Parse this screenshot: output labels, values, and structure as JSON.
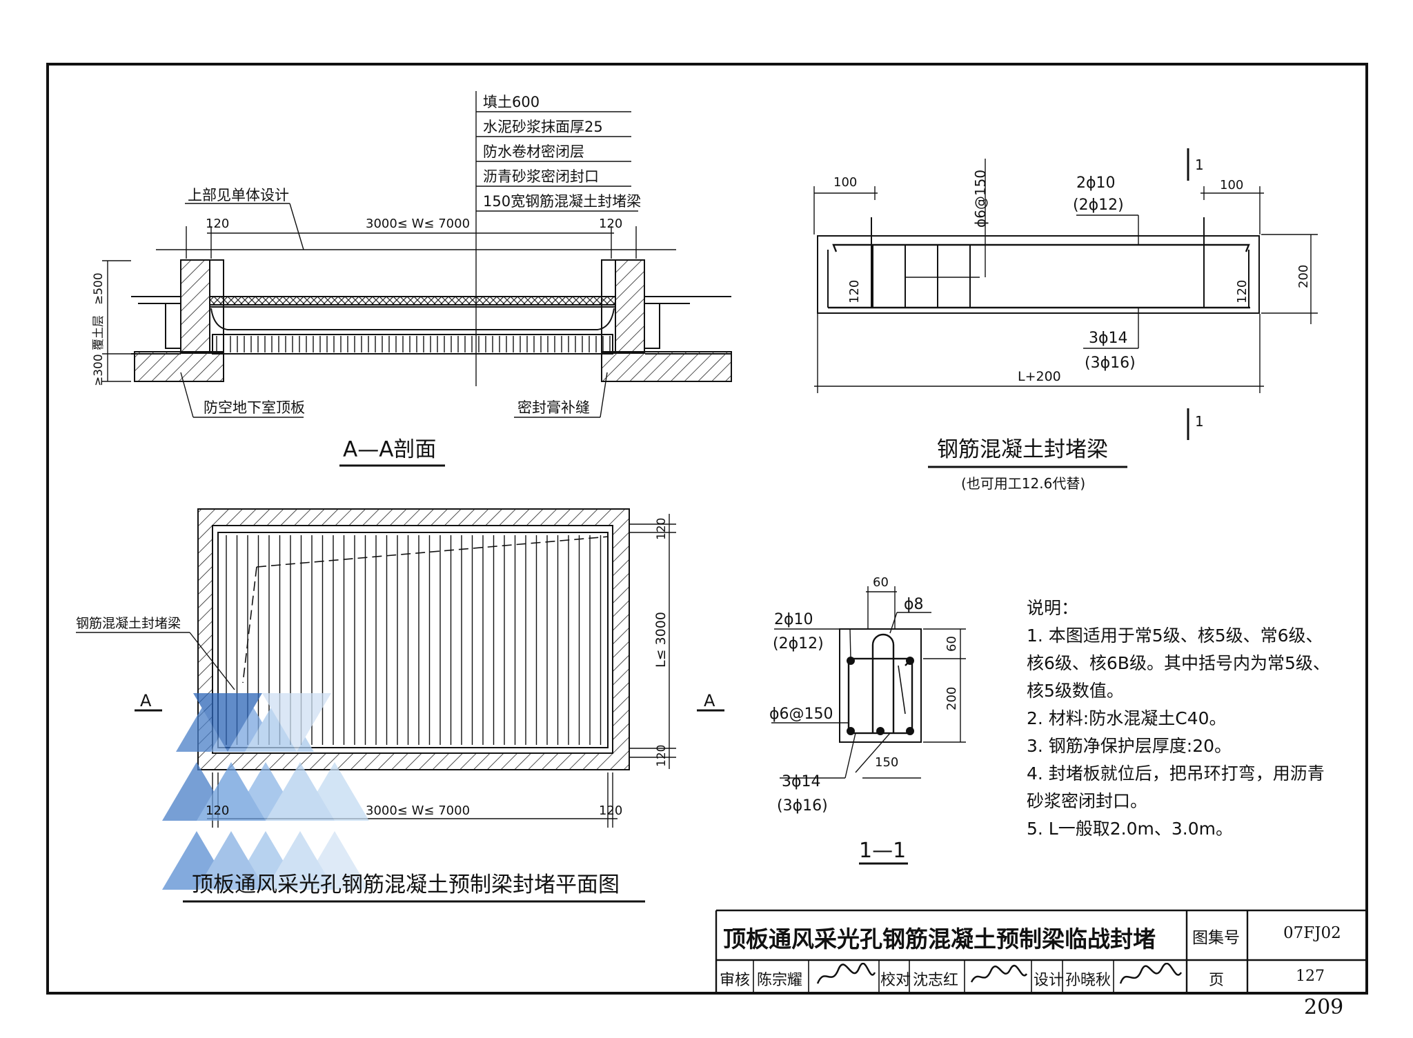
{
  "aa_section": {
    "title": "A—A剖面",
    "layers": [
      "填土600",
      "水泥砂浆抹面厚25",
      "防水卷材密闭层",
      "沥青砂浆密闭封口",
      "150宽钢筋混凝土封堵梁"
    ],
    "label_top": "上部见单体设计",
    "dim_left": "120",
    "dim_mid": "3000≤ W≤ 7000",
    "dim_right": "120",
    "dim_v1": "≥500",
    "dim_v2": "覆土层",
    "dim_v3": "≥300",
    "label_bottom_left": "防空地下室顶板",
    "label_bottom_right": "密封膏补缝"
  },
  "beam_elevation": {
    "title": "钢筋混凝土封堵梁",
    "subtitle": "(也可用工12.6代替)",
    "dim_left_top": "100",
    "dim_right_top": "100",
    "stirrup": "ϕ6@150",
    "top_bar": "2ϕ10",
    "top_bar_alt": "(2ϕ12)",
    "bot_bar": "3ϕ14",
    "bot_bar_alt": "(3ϕ16)",
    "dim_h_left": "120",
    "dim_h_right": "120",
    "dim_height": "200",
    "dim_length": "L+200",
    "section_mark": "1"
  },
  "plan": {
    "title": "顶板通风采光孔钢筋混凝土预制梁封堵平面图",
    "beam_label": "钢筋混凝土封堵梁",
    "mark_left": "A",
    "mark_right": "A",
    "dim_top": "120",
    "dim_mid": "L≤ 3000",
    "dim_bot": "120",
    "dim_b_left": "120",
    "dim_b_mid": "3000≤ W≤ 7000",
    "dim_b_right": "120"
  },
  "section_11": {
    "title": "1—1",
    "dim_60": "60",
    "hook": "ϕ8",
    "top_bar": "2ϕ10",
    "top_bar_alt": "(2ϕ12)",
    "stirrup": "ϕ6@150",
    "bot_bar": "3ϕ14",
    "bot_bar_alt": "(3ϕ16)",
    "dim_150": "150",
    "dim_side_60": "60",
    "dim_side_200": "200"
  },
  "notes": {
    "heading": "说明：",
    "lines": [
      "1. 本图适用于常5级、核5级、常6级、",
      "核6级、核6B级。其中括号内为常5级、",
      "核5级数值。",
      "2. 材料:防水混凝土C40。",
      "3. 钢筋净保护层厚度:20。",
      "4. 封堵板就位后，把吊环打弯，用沥青",
      "砂浆密闭封口。",
      "5. L一般取2.0m、3.0m。"
    ]
  },
  "title_block": {
    "drawing_title": "顶板通风采光孔钢筋混凝土预制梁临战封堵",
    "atlas_label": "图集号",
    "atlas_no": "07FJ02",
    "review_label": "审核",
    "reviewer": "陈宗耀",
    "check_label": "校对",
    "checker": "沈志红",
    "design_label": "设计",
    "designer": "孙晓秋",
    "page_label": "页",
    "page_no": "127"
  },
  "page_number": "209"
}
